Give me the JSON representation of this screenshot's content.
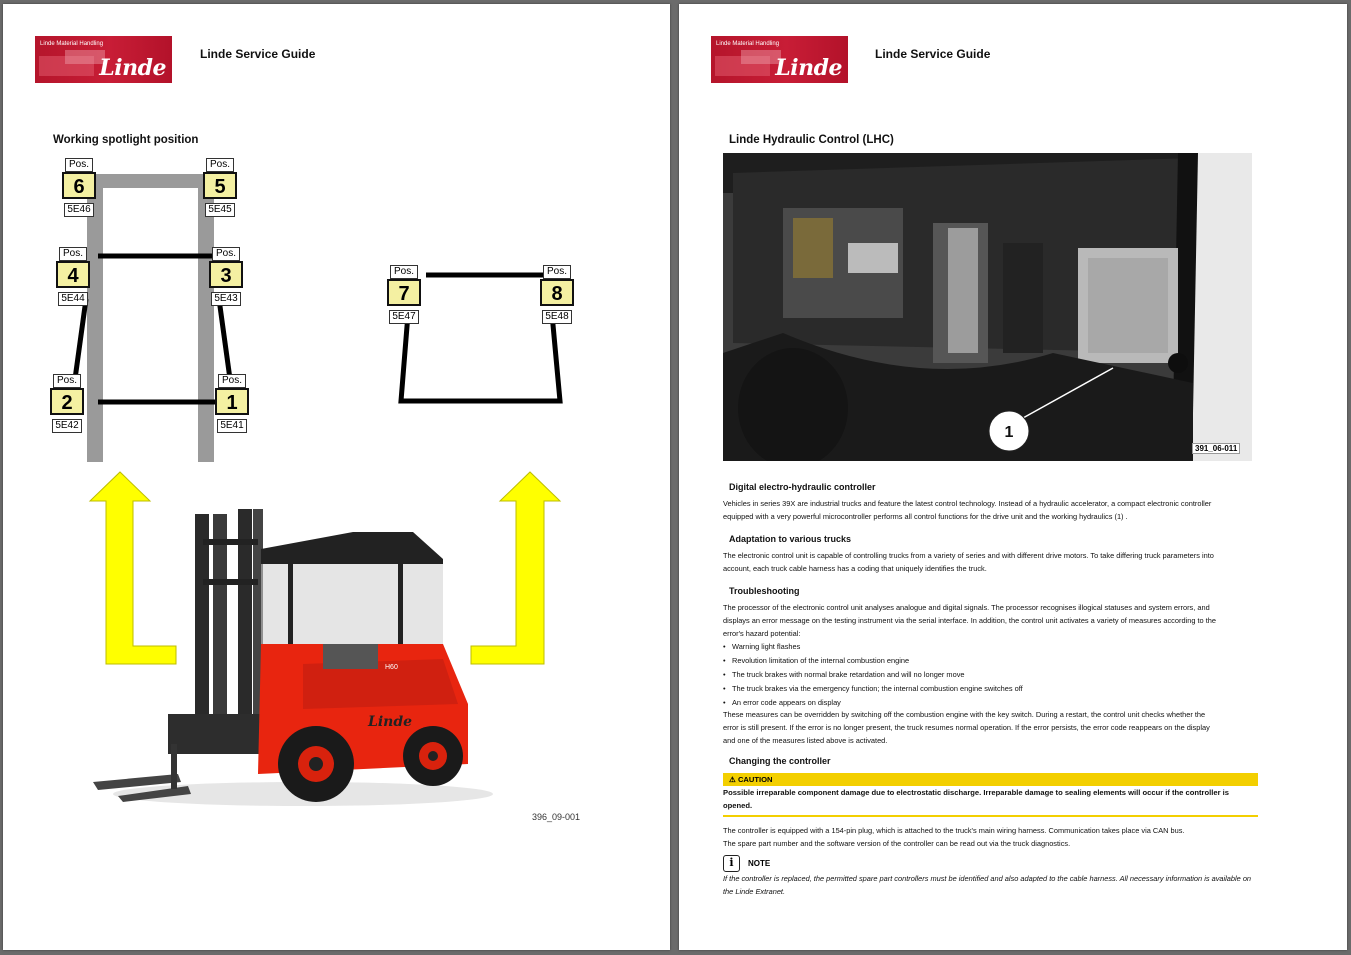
{
  "header": {
    "logo_small": "Linde Material Handling",
    "logo_brand": "Linde",
    "title": "Linde Service Guide"
  },
  "left_page": {
    "section_title": "Working spotlight position",
    "pos_label": "Pos.",
    "positions": [
      {
        "num": "6",
        "code": "5E46"
      },
      {
        "num": "5",
        "code": "5E45"
      },
      {
        "num": "4",
        "code": "5E44"
      },
      {
        "num": "3",
        "code": "5E43"
      },
      {
        "num": "2",
        "code": "5E42"
      },
      {
        "num": "1",
        "code": "5E41"
      },
      {
        "num": "7",
        "code": "5E47"
      },
      {
        "num": "8",
        "code": "5E48"
      }
    ],
    "figure_code": "396_09-001",
    "truck_badge": "H60"
  },
  "right_page": {
    "section_title": "Linde Hydraulic Control (LHC)",
    "photo_callout": "1",
    "photo_code": "391_06-011",
    "sub1": "Digital electro-hydraulic controller",
    "para1": "Vehicles in series 39X are industrial trucks and feature the latest control technology. Instead of a hydraulic accelerator, a compact electronic controller equipped with a very powerful microcontroller performs all control functions for the drive unit and the working hydraulics (1) .",
    "sub2": "Adaptation to various trucks",
    "para2": "The electronic control unit is capable of controlling trucks from a variety of series and with different drive motors. To take differing truck parameters into account, each truck cable harness has a coding that uniquely identifies the truck.",
    "sub3": "Troubleshooting",
    "para3": "The processor of the electronic control unit analyses analogue and digital signals. The processor recognises illogical statuses and system errors, and displays an error message on the testing instrument via the serial interface. In addition, the control unit activates a variety of measures according to the error's hazard potential:",
    "bullets": [
      "Warning light flashes",
      "Revolution limitation of the internal combustion engine",
      "The truck brakes with normal brake retardation and will no longer move",
      "The truck brakes via the emergency function; the internal combustion engine switches off",
      "An error code appears on display"
    ],
    "para4": "These measures can be overridden by switching off the combustion engine with the key switch. During a restart, the control unit checks whether the error is still present. If the error is no longer present, the truck resumes normal operation. If the error persists, the error code reappears on the display and one of the measures listed above is activated.",
    "sub4": "Changing the controller",
    "caution_label": "CAUTION",
    "caution_text": "Possible irreparable component damage due to electrostatic discharge. Irreparable damage to sealing elements will occur if the controller is opened.",
    "para5a": "The controller is equipped with a 154-pin plug, which is attached to the truck's main wiring harness. Communication takes place via CAN bus.",
    "para5b": "The spare part number and the software version of the controller can be read out via the truck diagnostics.",
    "note_label": "NOTE",
    "note_text": "If the controller is replaced, the permitted spare part controllers must be identified and also adapted to the cable harness. All necessary information is available on the Linde Extranet."
  }
}
